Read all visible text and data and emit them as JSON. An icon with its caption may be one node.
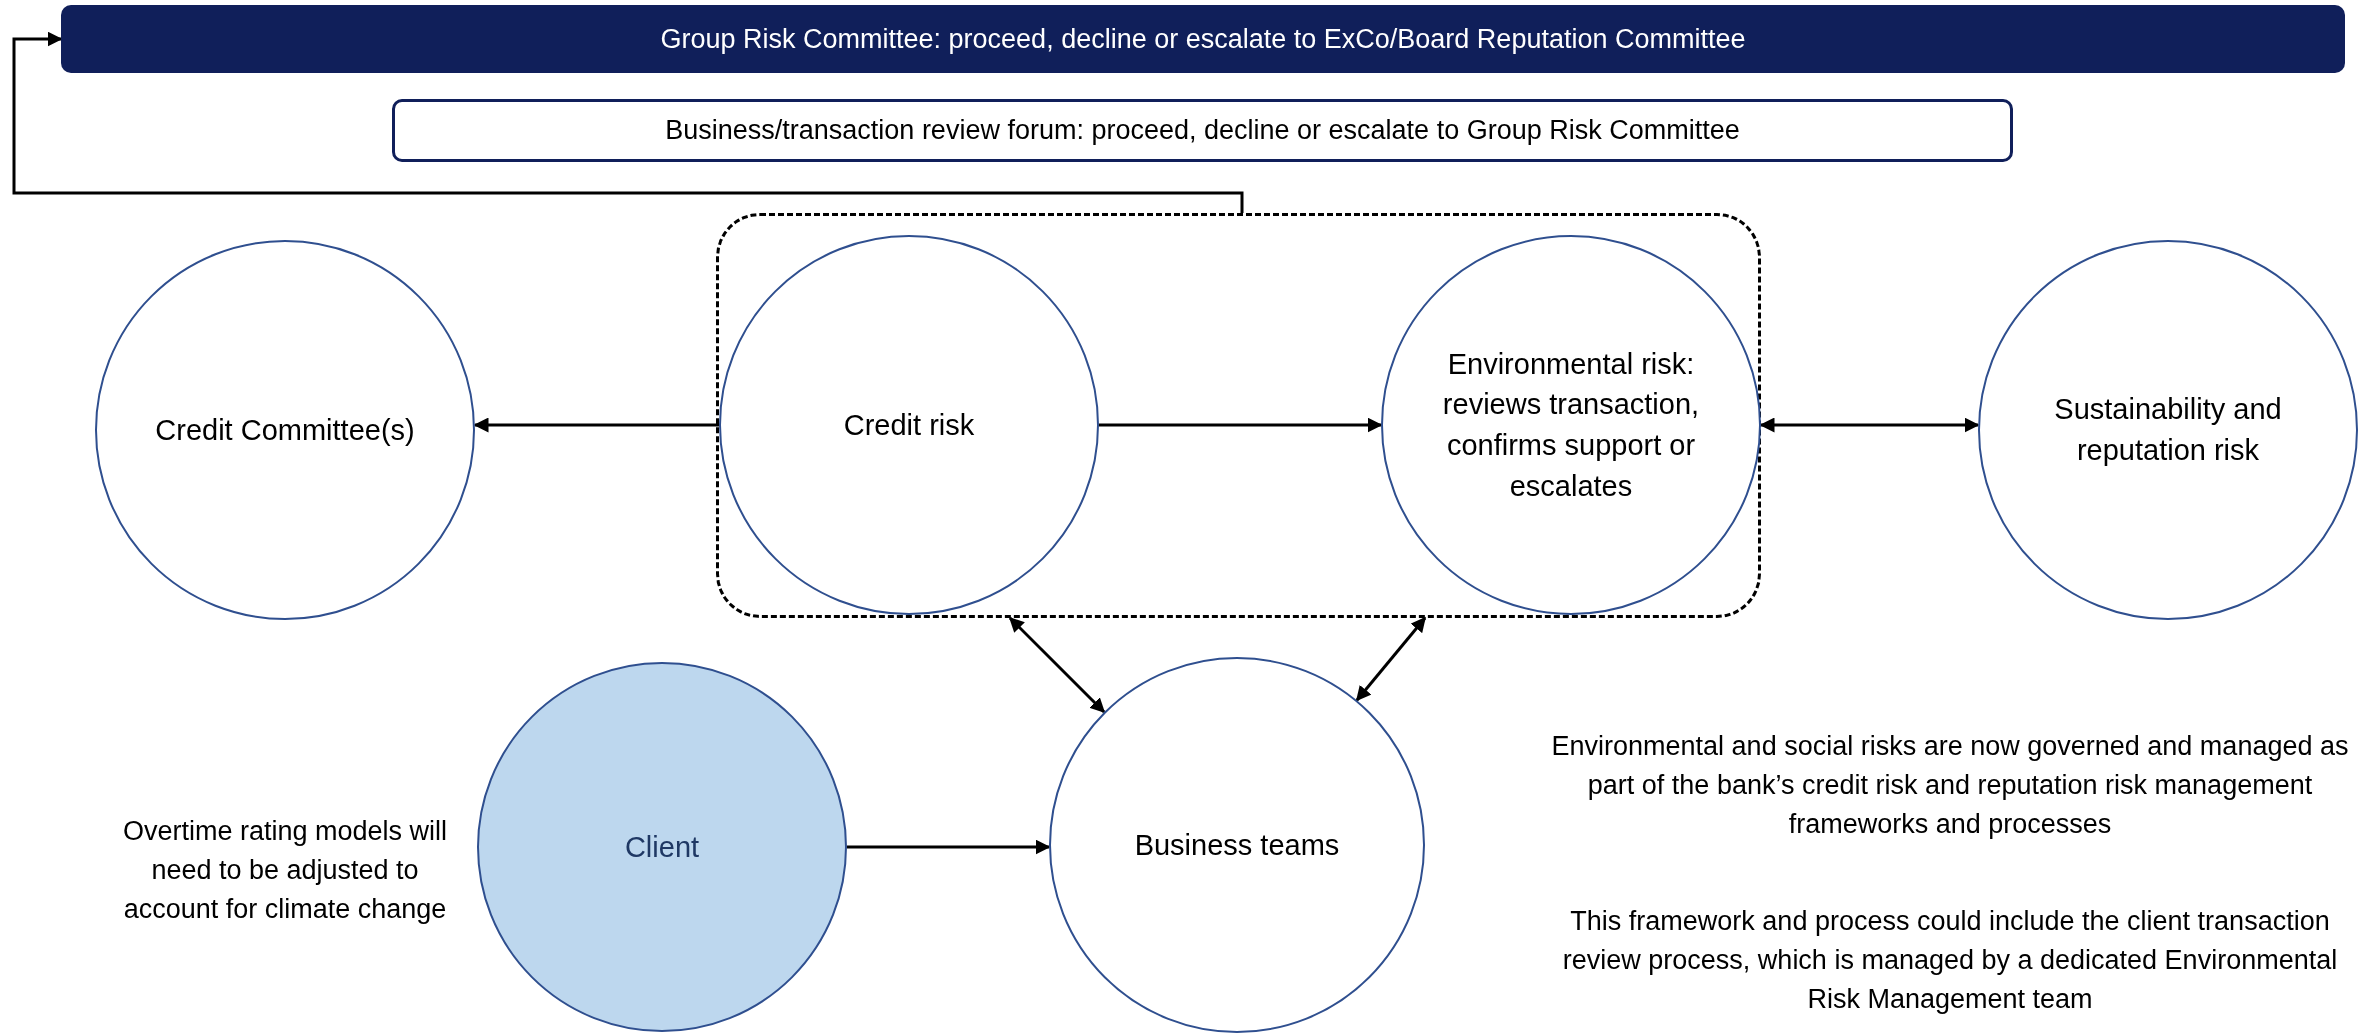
{
  "diagram": {
    "nodes": [
      {
        "text": [
          "Group Risk Committee: proceed, decline or escalate to ExCo/Board Reputation Committee"
        ]
      },
      {
        "text": [
          "Business/transaction review forum: proceed, decline or escalate to Group Risk Committee"
        ]
      },
      {
        "text": [
          "Credit Committee(s)"
        ]
      },
      {
        "text": [],
        "shape": "box"
      },
      {
        "text": [
          "Credit risk"
        ],
        "in": 3
      },
      {
        "text": [
          "Environmental risk: reviews transaction, confirms support or escalates"
        ],
        "in": 3
      },
      {
        "text": [
          "Sustainability and reputation risk"
        ]
      },
      {
        "text": [
          "Client"
        ]
      },
      {
        "text": [
          "Business teams"
        ]
      }
    ],
    "edges": [
      {
        "from": 3,
        "to": 0,
        "arrow": "to"
      },
      {
        "from": 4,
        "to": 2,
        "arrow": "to"
      },
      {
        "from": 4,
        "to": 5,
        "arrow": "to"
      },
      {
        "from": 5,
        "to": 6,
        "arrow": "both"
      },
      {
        "from": 3,
        "to": 8,
        "arrow": "both"
      },
      {
        "from": 3,
        "to": 8,
        "arrow": "both"
      },
      {
        "from": 7,
        "to": 8,
        "arrow": "to"
      }
    ],
    "labels": [
      "Overtime rating models will need to be adjusted to account for climate change",
      "Environmental and social risks are now governed and managed as part of the bank’s credit risk and reputation risk management frameworks and processes",
      "This framework and process could include the client transaction review process, which is managed by a dedicated Environmental Risk Management team"
    ]
  }
}
